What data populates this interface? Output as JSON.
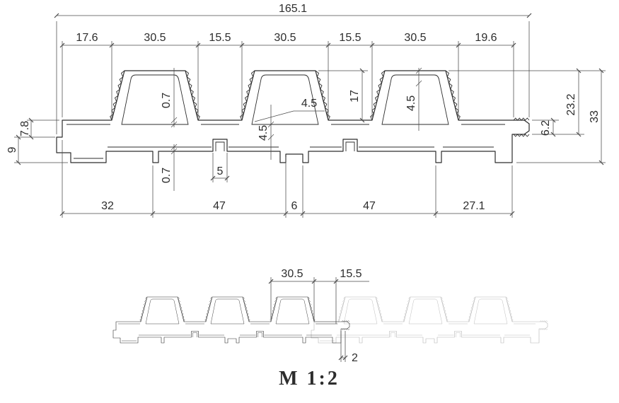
{
  "scale_label": "M 1:2",
  "cross_section": {
    "overall_width": "165.1",
    "top_segments": [
      "17.6",
      "30.5",
      "15.5",
      "30.5",
      "15.5",
      "30.5",
      "19.6"
    ],
    "bottom_segments": [
      "32",
      "47",
      "6",
      "47",
      "27.1"
    ],
    "left": {
      "upper": "7.8",
      "lower": "9"
    },
    "right": {
      "tongue_thickness": "6.2",
      "mid_height": "23.2",
      "total_height": "33"
    },
    "inner": {
      "wall_top": "0.7",
      "wall_bottom": "0.7",
      "rib_wall_left": "4.5",
      "rib_wall_note": "4.5",
      "rib_wall_right": "4.5",
      "rib_height": "17",
      "channel_width": "5"
    }
  },
  "assembly": {
    "rib_width": "30.5",
    "overlap": "15.5",
    "gap": "2"
  },
  "line_color": "#2d2d2d",
  "ghost_color": "#b5b5b5"
}
